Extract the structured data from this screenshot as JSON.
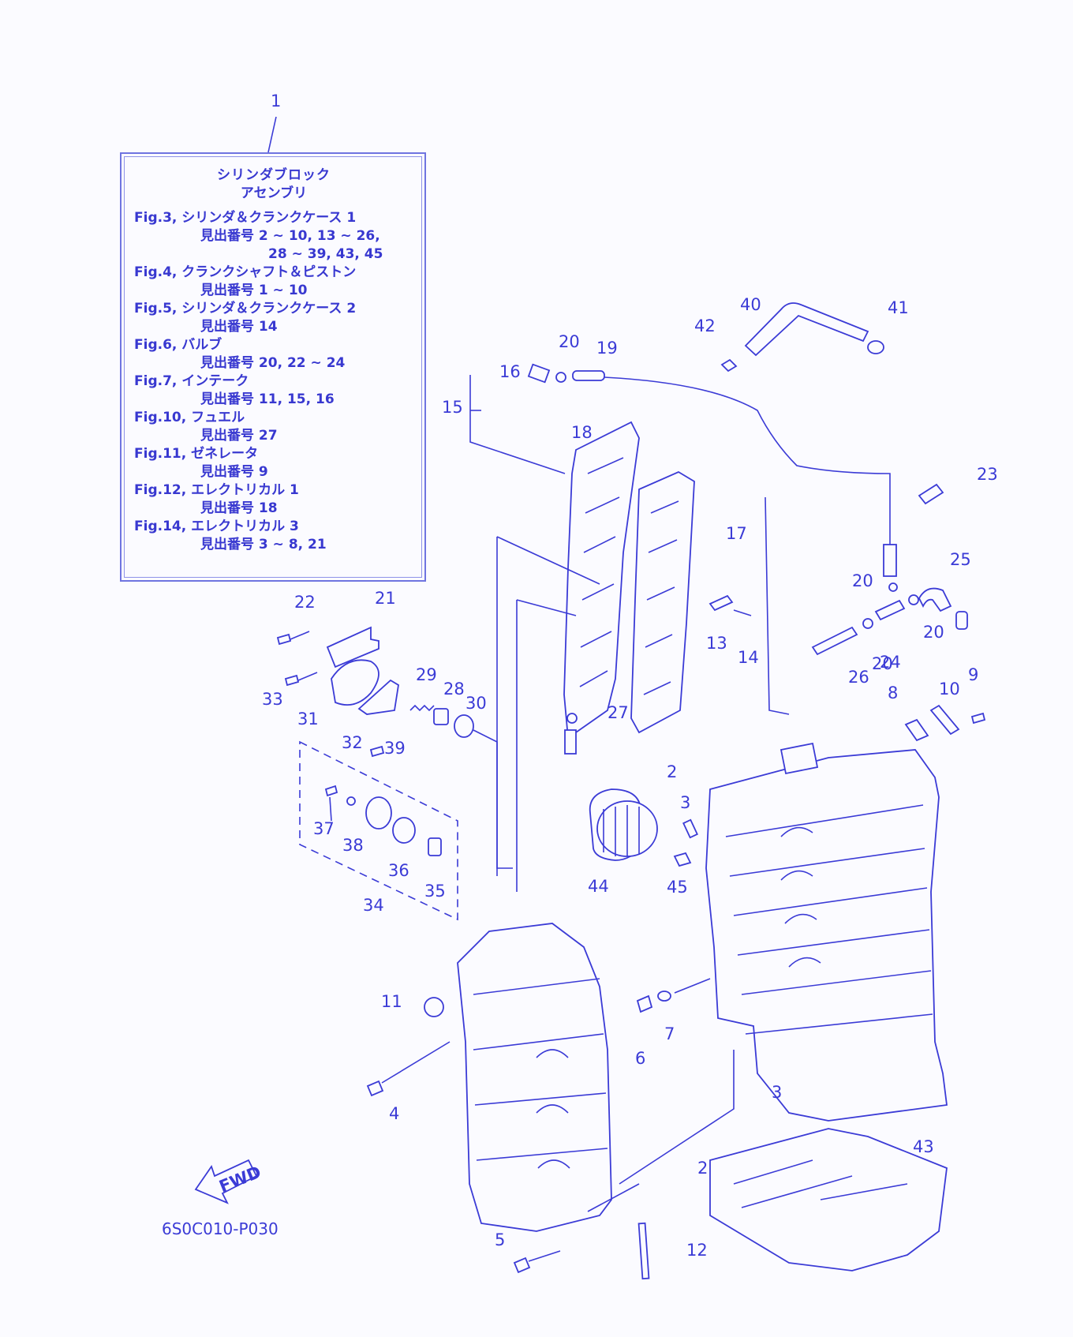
{
  "legend": {
    "title_line1": "シリンダブロック",
    "title_line2": "アセンブリ",
    "entries": [
      {
        "fig": "Fig.3, シリンダ＆クランクケース 1",
        "refs": [
          "見出番号 2 ~ 10, 13 ~ 26,",
          "28 ~ 39, 43, 45"
        ]
      },
      {
        "fig": "Fig.4, クランクシャフト＆ピストン",
        "refs": [
          "見出番号 1 ~ 10"
        ]
      },
      {
        "fig": "Fig.5, シリンダ＆クランクケース 2",
        "refs": [
          "見出番号 14"
        ]
      },
      {
        "fig": "Fig.6, バルブ",
        "refs": [
          "見出番号 20, 22 ~ 24"
        ]
      },
      {
        "fig": "Fig.7, インテーク",
        "refs": [
          "見出番号 11, 15, 16"
        ]
      },
      {
        "fig": "Fig.10, フュエル",
        "refs": [
          "見出番号 27"
        ]
      },
      {
        "fig": "Fig.11, ゼネレータ",
        "refs": [
          "見出番号 9"
        ]
      },
      {
        "fig": "Fig.12, エレクトリカル 1",
        "refs": [
          "見出番号 18"
        ]
      },
      {
        "fig": "Fig.14, エレクトリカル 3",
        "refs": [
          "見出番号 3 ~ 8, 21"
        ]
      }
    ]
  },
  "callouts": [
    "1",
    "40",
    "41",
    "42",
    "20",
    "19",
    "16",
    "15",
    "18",
    "23",
    "17",
    "25",
    "20",
    "20",
    "24",
    "13",
    "14",
    "22",
    "21",
    "20",
    "26",
    "33",
    "29",
    "28",
    "30",
    "31",
    "27",
    "8",
    "10",
    "9",
    "32",
    "39",
    "2",
    "3",
    "37",
    "38",
    "36",
    "44",
    "45",
    "35",
    "34",
    "11",
    "6",
    "7",
    "4",
    "3",
    "43",
    "2",
    "5",
    "12"
  ],
  "fwd_label": "FWD",
  "diagram_code": "6S0C010-P030",
  "colors": {
    "line": "#3b3bd6",
    "background": "#fbfbff"
  }
}
